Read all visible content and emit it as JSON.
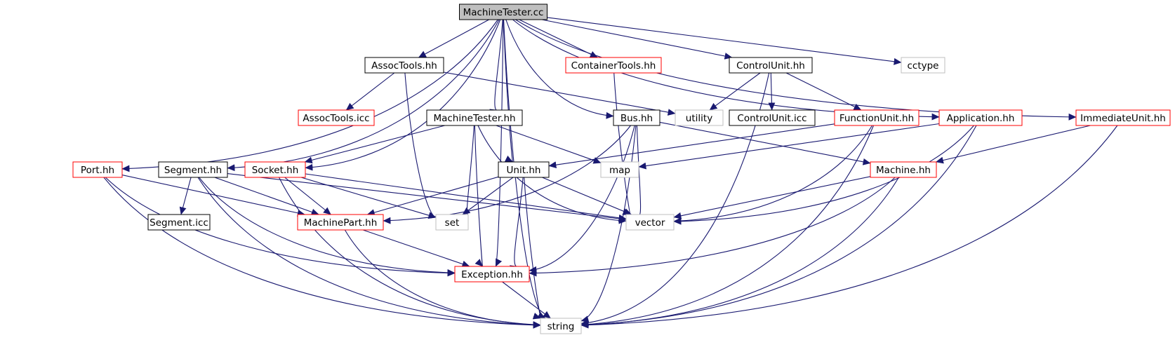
{
  "graph": {
    "nodes": [
      {
        "id": "machinetester-cc",
        "label": "MachineTester.cc",
        "kind": "root"
      },
      {
        "id": "assoctools-hh",
        "label": "AssocTools.hh",
        "kind": "documented"
      },
      {
        "id": "containertools-hh",
        "label": "ContainerTools.hh",
        "kind": "incomplete"
      },
      {
        "id": "controlunit-hh",
        "label": "ControlUnit.hh",
        "kind": "documented"
      },
      {
        "id": "cctype",
        "label": "cctype",
        "kind": "external"
      },
      {
        "id": "assoctools-icc",
        "label": "AssocTools.icc",
        "kind": "incomplete"
      },
      {
        "id": "machinetester-hh",
        "label": "MachineTester.hh",
        "kind": "documented"
      },
      {
        "id": "bus-hh",
        "label": "Bus.hh",
        "kind": "documented"
      },
      {
        "id": "utility",
        "label": "utility",
        "kind": "external"
      },
      {
        "id": "controlunit-icc",
        "label": "ControlUnit.icc",
        "kind": "documented"
      },
      {
        "id": "functionunit-hh",
        "label": "FunctionUnit.hh",
        "kind": "incomplete"
      },
      {
        "id": "application-hh",
        "label": "Application.hh",
        "kind": "incomplete"
      },
      {
        "id": "immediateunit-hh",
        "label": "ImmediateUnit.hh",
        "kind": "incomplete"
      },
      {
        "id": "port-hh",
        "label": "Port.hh",
        "kind": "incomplete"
      },
      {
        "id": "segment-hh",
        "label": "Segment.hh",
        "kind": "documented"
      },
      {
        "id": "socket-hh",
        "label": "Socket.hh",
        "kind": "incomplete"
      },
      {
        "id": "unit-hh",
        "label": "Unit.hh",
        "kind": "documented"
      },
      {
        "id": "map",
        "label": "map",
        "kind": "external"
      },
      {
        "id": "machine-hh",
        "label": "Machine.hh",
        "kind": "incomplete"
      },
      {
        "id": "segment-icc",
        "label": "Segment.icc",
        "kind": "documented"
      },
      {
        "id": "machinepart-hh",
        "label": "MachinePart.hh",
        "kind": "incomplete"
      },
      {
        "id": "set",
        "label": "set",
        "kind": "external"
      },
      {
        "id": "vector",
        "label": "vector",
        "kind": "external"
      },
      {
        "id": "exception-hh",
        "label": "Exception.hh",
        "kind": "incomplete"
      },
      {
        "id": "string",
        "label": "string",
        "kind": "external"
      }
    ],
    "styles": {
      "root": {
        "fill": "#bfbfbf",
        "stroke": "#000000"
      },
      "documented": {
        "fill": "#ffffff",
        "stroke": "#000000"
      },
      "incomplete": {
        "fill": "#ffffff",
        "stroke": "#ff0000"
      },
      "external": {
        "fill": "#ffffff",
        "stroke": "#bfbfbf"
      },
      "edge": "#191970"
    },
    "edges": [
      [
        "machinetester-cc",
        "assoctools-hh"
      ],
      [
        "machinetester-cc",
        "containertools-hh"
      ],
      [
        "machinetester-cc",
        "controlunit-hh"
      ],
      [
        "machinetester-cc",
        "cctype"
      ],
      [
        "machinetester-cc",
        "machinetester-hh"
      ],
      [
        "machinetester-cc",
        "bus-hh"
      ],
      [
        "machinetester-cc",
        "application-hh"
      ],
      [
        "machinetester-cc",
        "immediateunit-hh"
      ],
      [
        "machinetester-cc",
        "port-hh"
      ],
      [
        "machinetester-cc",
        "segment-hh"
      ],
      [
        "machinetester-cc",
        "socket-hh"
      ],
      [
        "machinetester-cc",
        "unit-hh"
      ],
      [
        "machinetester-cc",
        "exception-hh"
      ],
      [
        "machinetester-cc",
        "string"
      ],
      [
        "assoctools-hh",
        "assoctools-icc"
      ],
      [
        "assoctools-hh",
        "utility"
      ],
      [
        "assoctools-hh",
        "set"
      ],
      [
        "containertools-hh",
        "vector"
      ],
      [
        "controlunit-hh",
        "utility"
      ],
      [
        "controlunit-hh",
        "controlunit-icc"
      ],
      [
        "controlunit-hh",
        "functionunit-hh"
      ],
      [
        "controlunit-hh",
        "string"
      ],
      [
        "machinetester-hh",
        "socket-hh"
      ],
      [
        "machinetester-hh",
        "map"
      ],
      [
        "machinetester-hh",
        "set"
      ],
      [
        "machinetester-hh",
        "vector"
      ],
      [
        "machinetester-hh",
        "exception-hh"
      ],
      [
        "bus-hh",
        "machine-hh"
      ],
      [
        "bus-hh",
        "machinepart-hh"
      ],
      [
        "bus-hh",
        "vector"
      ],
      [
        "bus-hh",
        "exception-hh"
      ],
      [
        "bus-hh",
        "string"
      ],
      [
        "functionunit-hh",
        "unit-hh"
      ],
      [
        "functionunit-hh",
        "vector"
      ],
      [
        "functionunit-hh",
        "string"
      ],
      [
        "application-hh",
        "map"
      ],
      [
        "application-hh",
        "vector"
      ],
      [
        "application-hh",
        "string"
      ],
      [
        "immediateunit-hh",
        "machine-hh"
      ],
      [
        "immediateunit-hh",
        "string"
      ],
      [
        "port-hh",
        "machinepart-hh"
      ],
      [
        "port-hh",
        "exception-hh"
      ],
      [
        "port-hh",
        "string"
      ],
      [
        "segment-hh",
        "segment-icc"
      ],
      [
        "segment-hh",
        "machinepart-hh"
      ],
      [
        "segment-hh",
        "vector"
      ],
      [
        "segment-hh",
        "exception-hh"
      ],
      [
        "segment-hh",
        "string"
      ],
      [
        "socket-hh",
        "machinepart-hh"
      ],
      [
        "socket-hh",
        "set"
      ],
      [
        "socket-hh",
        "vector"
      ],
      [
        "socket-hh",
        "string"
      ],
      [
        "unit-hh",
        "machinepart-hh"
      ],
      [
        "unit-hh",
        "set"
      ],
      [
        "unit-hh",
        "vector"
      ],
      [
        "unit-hh",
        "exception-hh"
      ],
      [
        "unit-hh",
        "string"
      ],
      [
        "machine-hh",
        "vector"
      ],
      [
        "machine-hh",
        "exception-hh"
      ],
      [
        "machine-hh",
        "string"
      ],
      [
        "machinepart-hh",
        "exception-hh"
      ],
      [
        "machinepart-hh",
        "string"
      ],
      [
        "exception-hh",
        "string"
      ]
    ]
  }
}
